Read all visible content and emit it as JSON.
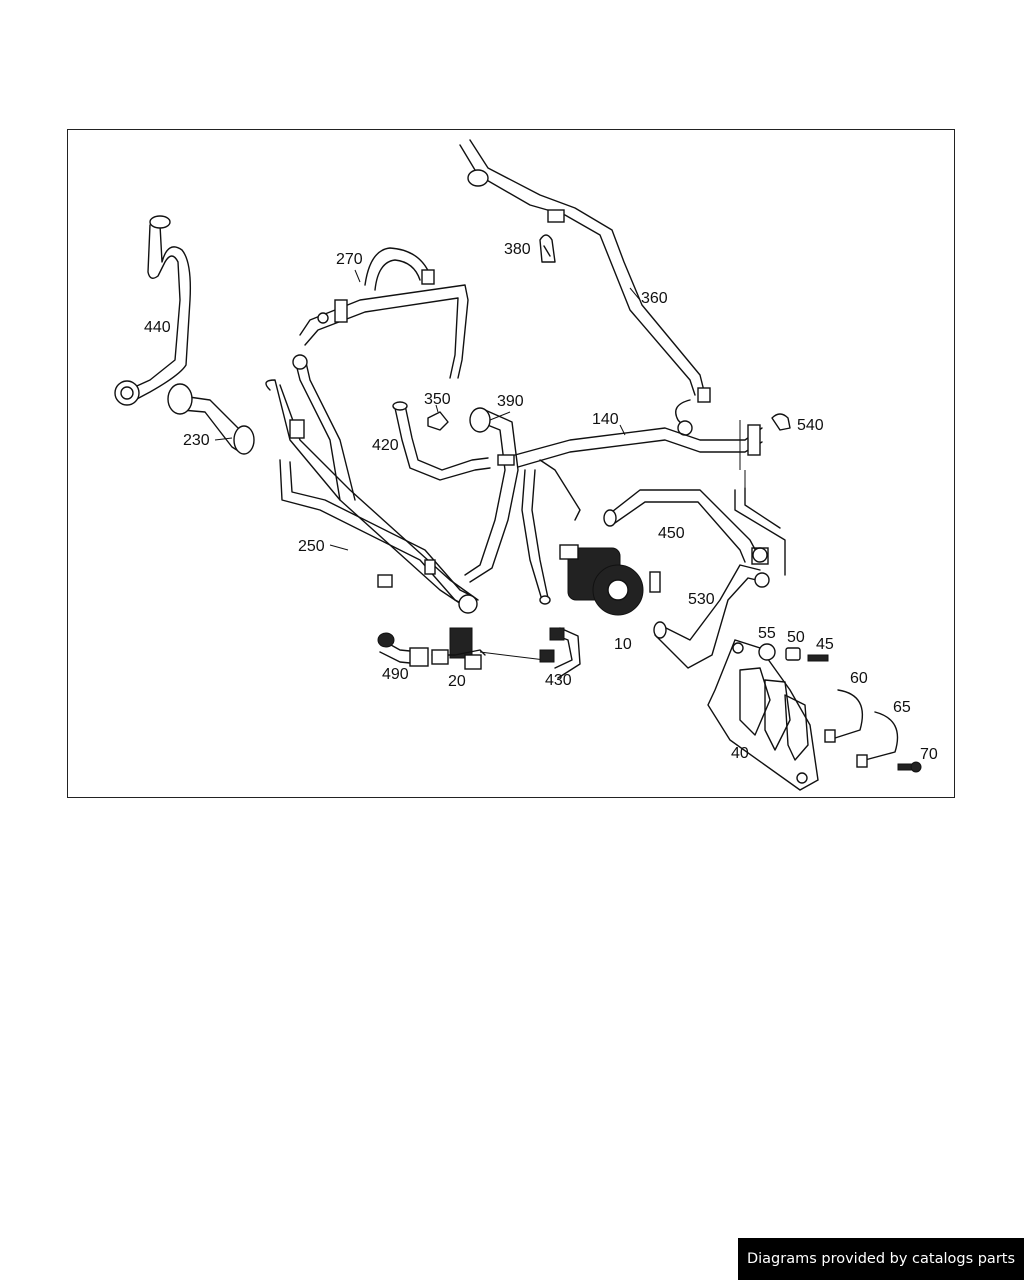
{
  "diagram": {
    "part_labels": {
      "p10": "10",
      "p20": "20",
      "p40": "40",
      "p45": "45",
      "p50": "50",
      "p55": "55",
      "p60": "60",
      "p65": "65",
      "p70": "70",
      "p140": "140",
      "p230": "230",
      "p250": "250",
      "p270": "270",
      "p350": "350",
      "p360": "360",
      "p380": "380",
      "p390": "390",
      "p420": "420",
      "p430": "430",
      "p440": "440",
      "p450": "450",
      "p490": "490",
      "p530": "530",
      "p540": "540"
    }
  },
  "footer": {
    "credit": "Diagrams provided by catalogs parts"
  },
  "colors": {
    "line": "#111111",
    "background": "#ffffff",
    "badge_bg": "#000000",
    "badge_text": "#ffffff"
  }
}
